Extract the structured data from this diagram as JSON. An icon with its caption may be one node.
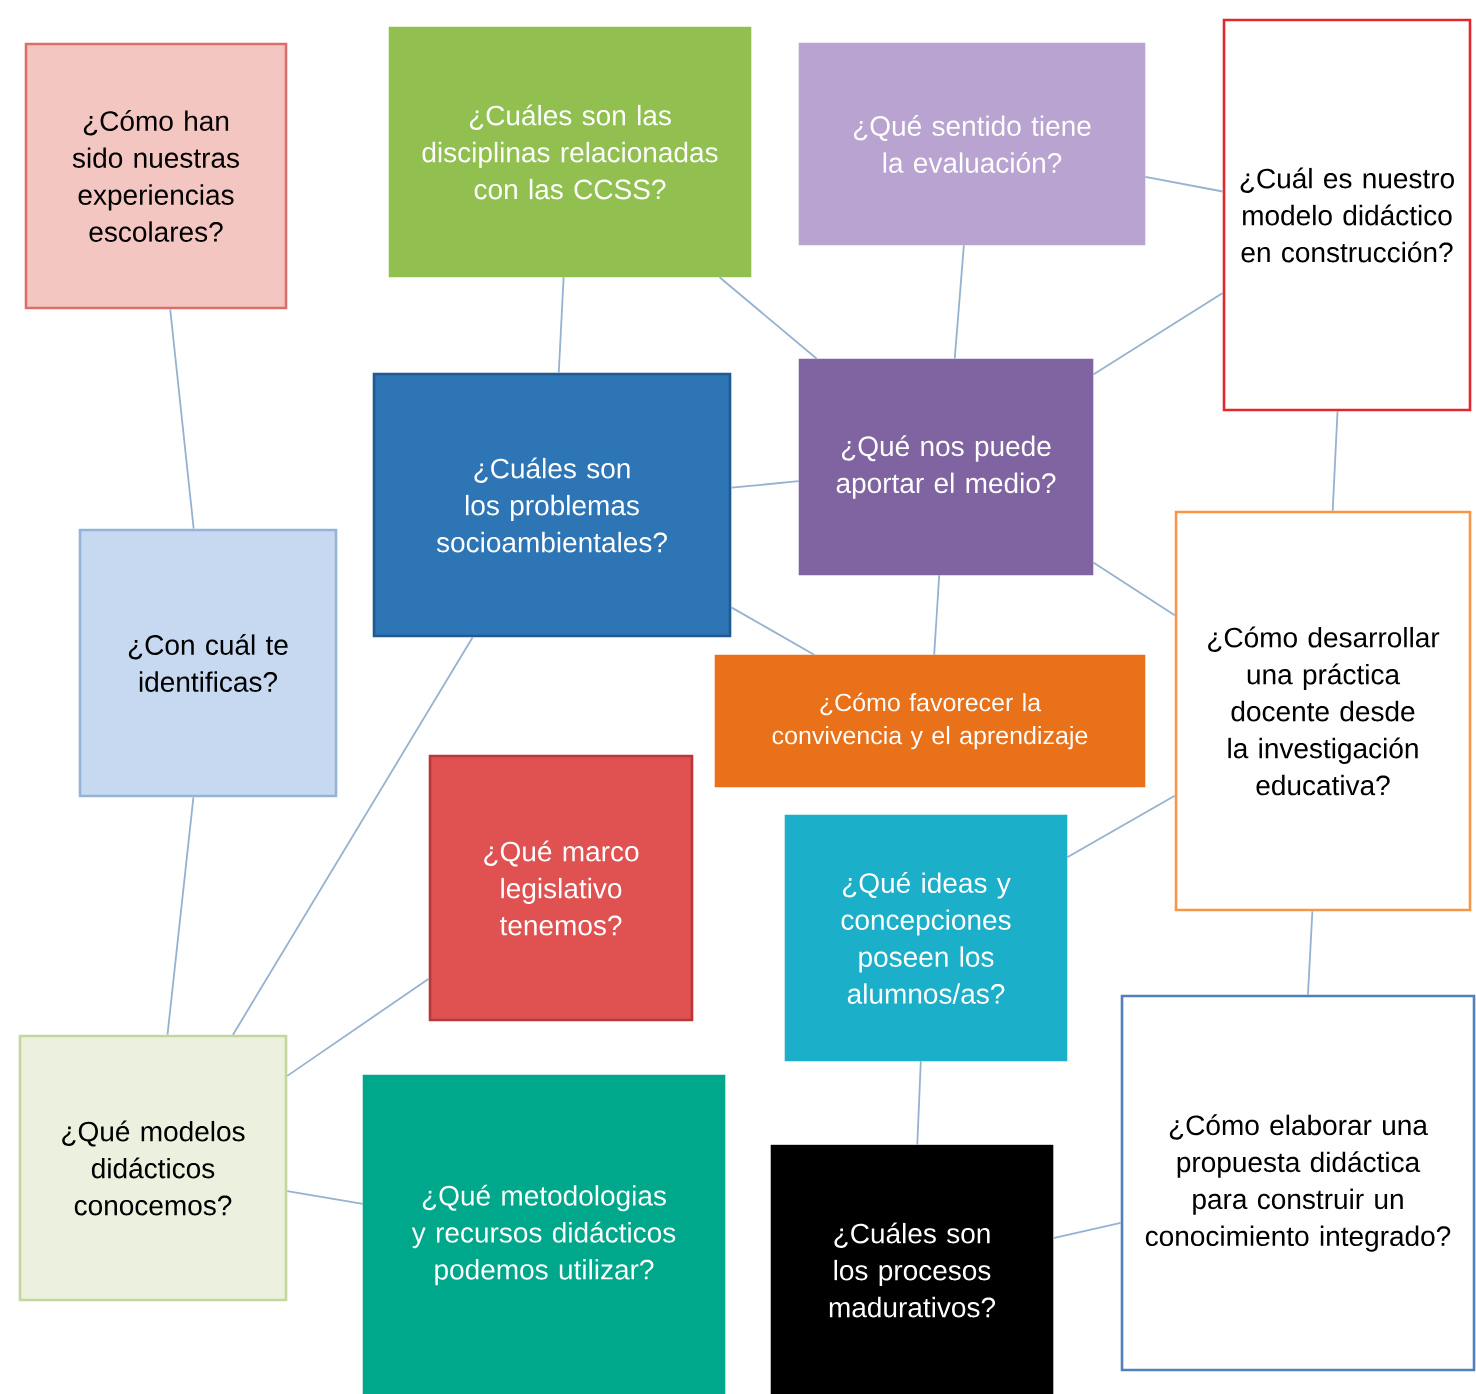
{
  "diagram": {
    "nodes": [
      {
        "text": [
          "¿Cómo han sido nuestras experiencias escolares?"
        ]
      },
      {
        "text": [
          "¿Cuáles son las disciplinas relacionadas con las CCSS?"
        ]
      },
      {
        "text": [
          "¿Qué sentido tiene la evaluación?"
        ]
      },
      {
        "text": [
          "¿Cuál es nuestro modelo didáctico en construcción?"
        ]
      },
      {
        "text": [
          "¿Cuáles son los problemas socioambientales?"
        ]
      },
      {
        "text": [
          "¿Qué nos puede aportar el medio?"
        ]
      },
      {
        "text": [
          "¿Con cuál te identificas?"
        ]
      },
      {
        "text": [
          "¿Cómo desarrollar una práctica docente desde la investigación educativa?"
        ]
      },
      {
        "text": [
          "¿Cómo favorecer la convivencia y el aprendizaje"
        ]
      },
      {
        "text": [
          "¿Qué marco legislativo tenemos?"
        ]
      },
      {
        "text": [
          "¿Qué ideas y concepciones poseen los alumnos/as?"
        ]
      },
      {
        "text": [
          "¿Qué modelos didácticos conocemos?"
        ]
      },
      {
        "text": [
          "¿Qué metodologias y recursos didácticos podemos utilizar?"
        ]
      },
      {
        "text": [
          "¿Cómo elaborar una propuesta didáctica para construir un conocimiento integrado?"
        ]
      },
      {
        "text": [
          "¿Cuáles son los procesos madurativos?"
        ]
      }
    ],
    "edges": [
      {
        "from": 0,
        "to": 6,
        "arrow": "none"
      },
      {
        "from": 6,
        "to": 11,
        "arrow": "none"
      },
      {
        "from": 1,
        "to": 4,
        "arrow": "none"
      },
      {
        "from": 1,
        "to": 5,
        "arrow": "none"
      },
      {
        "from": 2,
        "to": 3,
        "arrow": "none"
      },
      {
        "from": 5,
        "to": 2,
        "arrow": "none"
      },
      {
        "from": 5,
        "to": 3,
        "arrow": "none"
      },
      {
        "from": 5,
        "to": 7,
        "arrow": "none"
      },
      {
        "from": 4,
        "to": 5,
        "arrow": "none"
      },
      {
        "from": 4,
        "to": 8,
        "arrow": "none"
      },
      {
        "from": 5,
        "to": 8,
        "arrow": "none"
      },
      {
        "from": 3,
        "to": 7,
        "arrow": "none"
      },
      {
        "from": 7,
        "to": 10,
        "arrow": "none"
      },
      {
        "from": 7,
        "to": 13,
        "arrow": "none"
      },
      {
        "from": 11,
        "to": 4,
        "arrow": "none"
      },
      {
        "from": 11,
        "to": 9,
        "arrow": "none"
      },
      {
        "from": 11,
        "to": 12,
        "arrow": "none"
      },
      {
        "from": 10,
        "to": 14,
        "arrow": "none"
      },
      {
        "from": 14,
        "to": 13,
        "arrow": "none"
      }
    ]
  }
}
